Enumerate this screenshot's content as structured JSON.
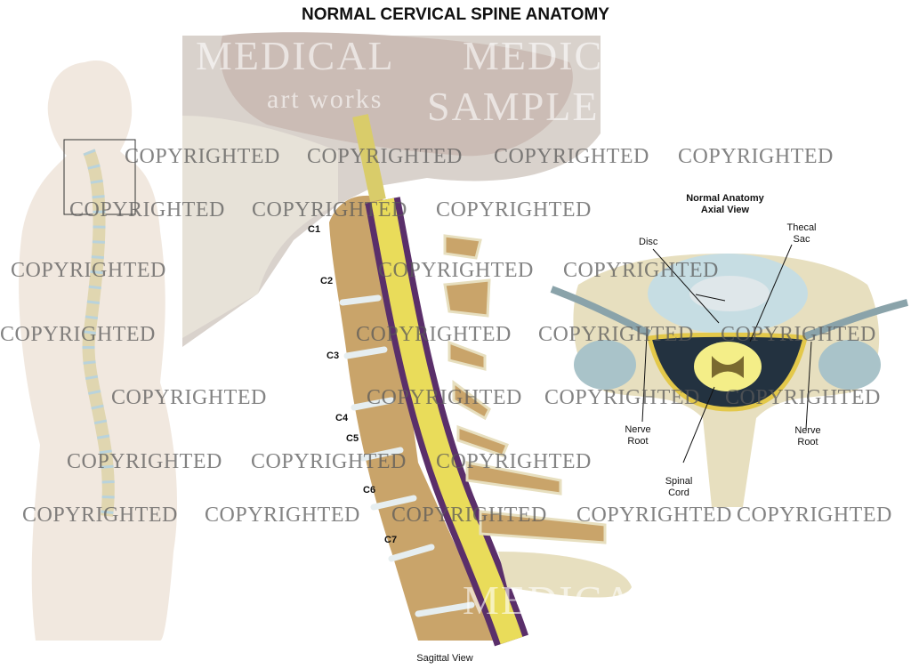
{
  "title": "NORMAL CERVICAL SPINE ANATOMY",
  "caption": "Sagittal View",
  "axial": {
    "title_line1": "Normal Anatomy",
    "title_line2": "Axial View",
    "labels": {
      "disc": "Disc",
      "thecal_sac_1": "Thecal",
      "thecal_sac_2": "Sac",
      "nerve_root_left_1": "Nerve",
      "nerve_root_left_2": "Root",
      "nerve_root_right_1": "Nerve",
      "nerve_root_right_2": "Root",
      "spinal_cord_1": "Spinal",
      "spinal_cord_2": "Cord"
    }
  },
  "vertebrae": [
    "C1",
    "C2",
    "C3",
    "C4",
    "C5",
    "C6",
    "C7"
  ],
  "watermark": {
    "copyright": "COPYRIGHTED",
    "sample": "SAMPLE",
    "logo_1": "MEDICAL",
    "logo_2": "art works"
  },
  "colors": {
    "bone": "#e7dfbf",
    "cord": "#e9dc5a",
    "disc": "#b9d3dc",
    "dura": "#5a2f6a",
    "skin": "#efe6dc",
    "brain": "#cbbcb5"
  }
}
